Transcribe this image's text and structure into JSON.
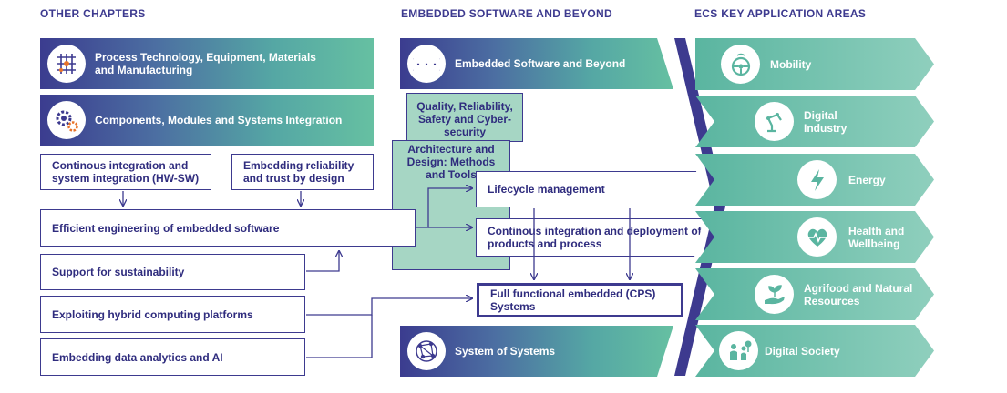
{
  "headers": {
    "other": "OTHER CHAPTERS",
    "embedded": "EMBEDDED SOFTWARE AND BEYOND",
    "ecs": "ECS KEY APPLICATION AREAS"
  },
  "left_bands": [
    {
      "label": "Process Technology, Equipment, Materials and Manufacturing",
      "icon": "circuit-grid-icon"
    },
    {
      "label": "Components, Modules and Systems Integration",
      "icon": "gears-icon"
    }
  ],
  "left_boxes": {
    "ci_hw_sw": "Continous integration and system integration (HW-SW)",
    "embedding_reliability": "Embedding reliability and trust by design",
    "efficient_engineering": "Efficient engineering of embedded software",
    "sustainability": "Support for sustainability",
    "hybrid_computing": "Exploiting hybrid computing platforms",
    "data_analytics": "Embedding data analytics and AI"
  },
  "middle": {
    "embedded_band": "Embedded Software and Beyond",
    "quality": "Quality, Reliability, Safety and Cyber-security",
    "architecture": "Architecture and Design: Methods and Tools",
    "lifecycle": "Lifecycle management",
    "ci_deployment": "Continous integration and deployment of products and process",
    "full_functional": "Full functional embedded (CPS) Systems",
    "sos_band": "System of Systems"
  },
  "application_areas": [
    {
      "label": "Mobility",
      "icon": "steering-wheel-icon"
    },
    {
      "label": "Digital Industry",
      "icon": "robot-arm-icon"
    },
    {
      "label": "Energy",
      "icon": "lightning-icon"
    },
    {
      "label": "Health and Wellbeing",
      "icon": "heart-pulse-icon"
    },
    {
      "label": "Agrifood and Natural Resources",
      "icon": "hand-plant-icon"
    },
    {
      "label": "Digital Society",
      "icon": "people-tree-icon"
    }
  ],
  "colors": {
    "navy": "#3d3a8f",
    "teal": "#5ab5a0",
    "mint": "#a6d6c4"
  }
}
